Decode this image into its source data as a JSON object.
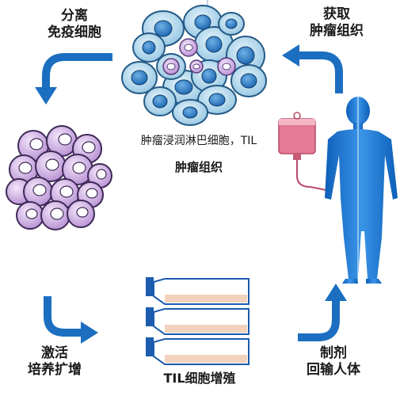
{
  "labels": {
    "separate": [
      "分离",
      "免疫细胞"
    ],
    "obtain": [
      "获取",
      "肿瘤组织"
    ],
    "til_caption": "肿瘤浸润淋巴细胞，TIL",
    "tumor_tissue": "肿瘤组织",
    "activate": [
      "激活",
      "培养扩增"
    ],
    "proliferation": "TIL细胞增殖",
    "reinfuse": [
      "制剂",
      "回输人体"
    ]
  },
  "colors": {
    "arrow": "#1c6fc0",
    "tumor_cell_fill": "#b9dcef",
    "tumor_nucleus": "#2c7fc8",
    "lymph_fill": "#e3cdef",
    "lymph_nucleus": "#ffffff",
    "human_body": "#1f7ad4",
    "iv_bag": "#e06b8a",
    "flask_medium": "#f3d2bd"
  }
}
